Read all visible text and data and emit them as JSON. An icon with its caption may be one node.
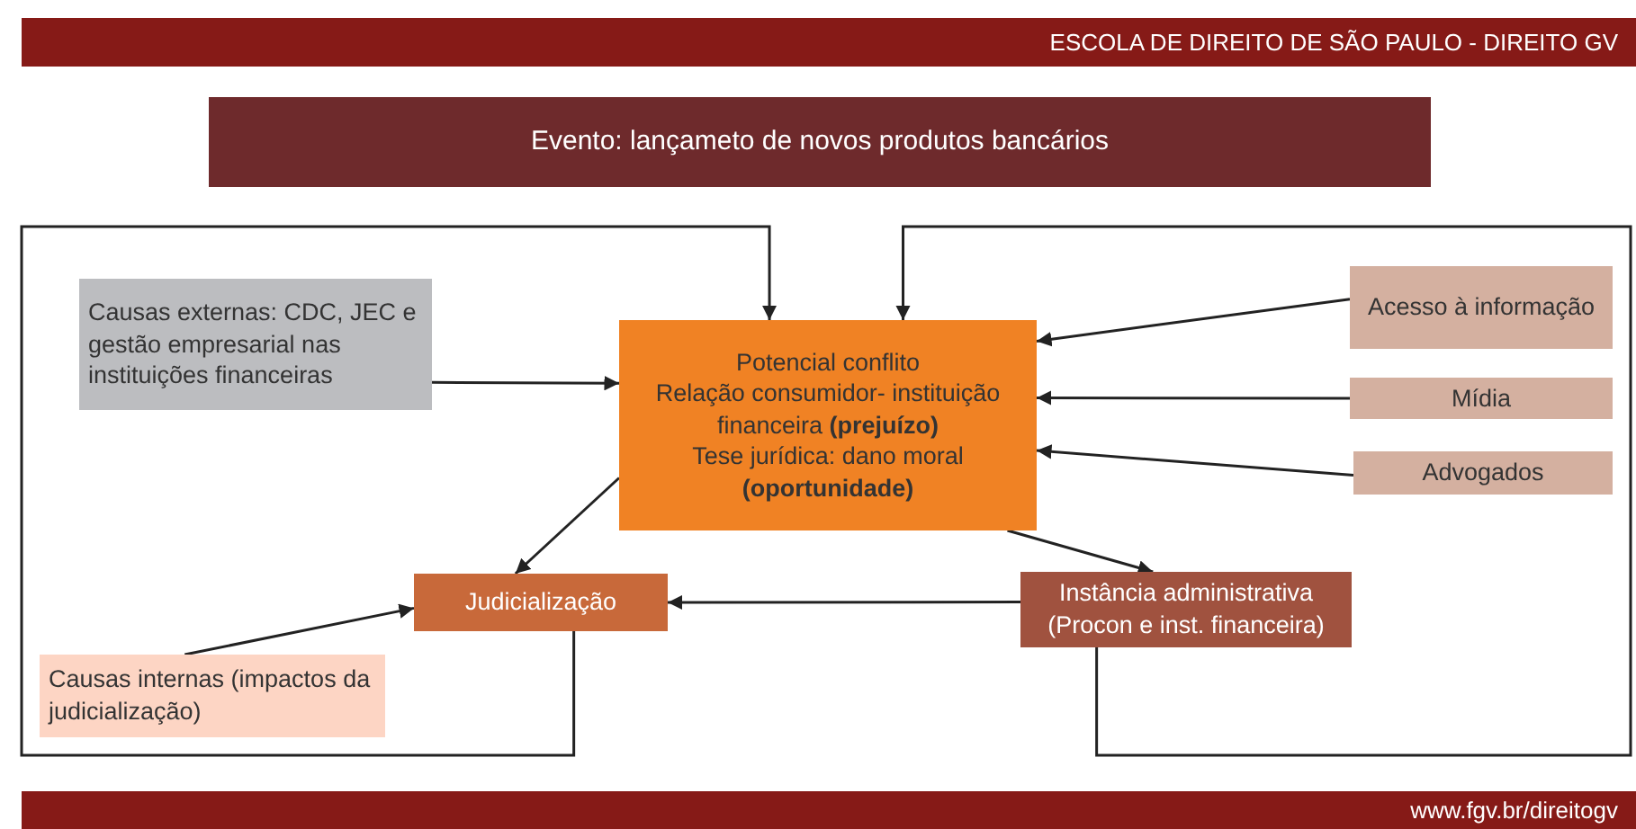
{
  "diagram": {
    "nodes": [
      {
        "text": [
          "Evento: lançameto de novos produtos bancários"
        ]
      },
      {
        "text": [
          "Causas externas: CDC, JEC e gestão empresarial nas instituições financeiras"
        ]
      },
      {
        "text": [
          "Potencial conflito",
          "Relação consumidor- instituição financeira **(prejuízo)**",
          "Tese jurídica: dano moral **(oportunidade)**"
        ]
      },
      {
        "text": [
          "Acesso à informação"
        ]
      },
      {
        "text": [
          "Mídia"
        ]
      },
      {
        "text": [
          "Advogados"
        ]
      },
      {
        "text": [
          "Judicialização"
        ]
      },
      {
        "text": [
          "Instância administrativa (Procon e inst. financeira)"
        ]
      },
      {
        "text": [
          "Causas internas (impactos da judicialização)"
        ]
      }
    ],
    "edges": [
      {
        "from": 1,
        "to": 2,
        "arrow": "to"
      },
      {
        "from": 3,
        "to": 2,
        "arrow": "to"
      },
      {
        "from": 4,
        "to": 2,
        "arrow": "to"
      },
      {
        "from": 5,
        "to": 2,
        "arrow": "to"
      },
      {
        "from": 2,
        "to": 6,
        "arrow": "to"
      },
      {
        "from": 2,
        "to": 7,
        "arrow": "to"
      },
      {
        "from": 7,
        "to": 6,
        "arrow": "to"
      },
      {
        "from": 8,
        "to": 6,
        "arrow": "to"
      },
      {
        "from": 6,
        "to": 2,
        "arrow": "to"
      },
      {
        "from": 7,
        "to": 2,
        "arrow": "to"
      }
    ],
    "labels": [
      "ESCOLA DE DIREITO DE SÃO PAULO - DIREITO GV",
      "www.fgv.br/direitogv"
    ]
  }
}
